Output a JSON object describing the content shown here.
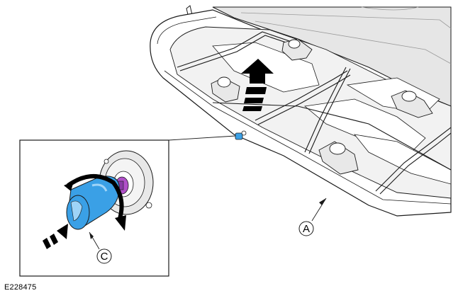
{
  "figure": {
    "id": "E228475",
    "callouts": {
      "a": "A",
      "c": "C"
    }
  },
  "colors": {
    "outline": "#1a1a1a",
    "lid": "#e6e6e6",
    "base": "#ffffff",
    "interior": "#f2f2f2",
    "lock_body": "#3aa0e6",
    "lock_highlight": "#9fd4f7",
    "lock_core": "#b050c8",
    "arrow": "#000000"
  }
}
